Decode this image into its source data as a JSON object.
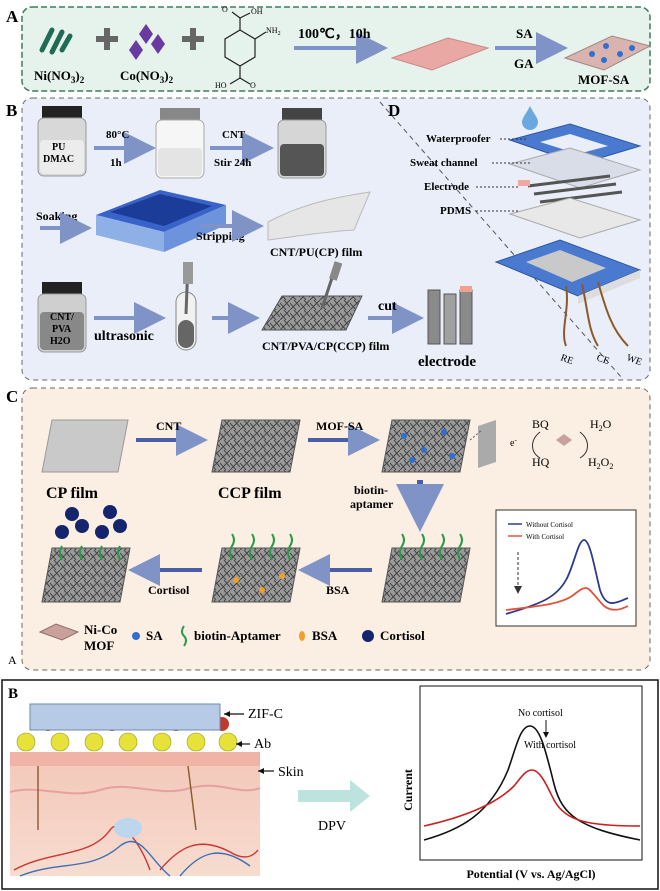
{
  "panelA": {
    "letter": "A",
    "ni_label": "Ni(NO",
    "ni_sub": "3",
    "ni_tail": ")",
    "ni_sub2": "2",
    "co_label": "Co(NO",
    "co_sub": "3",
    "co_tail": ")",
    "co_sub2": "2",
    "cooh": "OH",
    "nh2": "NH",
    "nh2_sub": "2",
    "o": "O",
    "ho": "HO",
    "condition": "100℃，10h",
    "sa": "SA",
    "ga": "GA",
    "product": "MOF-SA"
  },
  "panelB": {
    "letter": "B",
    "vial1_line1": "PU",
    "vial1_line2": "DMAC",
    "temp": "80°C",
    "time": "1h",
    "cnt": "CNT",
    "stir": "Stir 24h",
    "soaking": "Soaking",
    "stripping": "Stripping",
    "film1": "CNT/PU(CP) film",
    "vial2_line1": "CNT/",
    "vial2_line2": "PVA",
    "vial2_line3": "H2O",
    "ultrasonic": "ultrasonic",
    "film2": "CNT/PVA/CP(CCP) film",
    "cut": "cut",
    "electrode": "electrode"
  },
  "panelD": {
    "letter": "D",
    "layer1": "Waterproofer",
    "layer2": "Sweat channel",
    "layer3": "Electrode",
    "layer4": "PDMS",
    "re": "RE",
    "ce": "CE",
    "we": "WE"
  },
  "panelC": {
    "letter": "C",
    "cnt": "CNT",
    "mofsa": "MOF-SA",
    "cp_film": "CP film",
    "ccp_film": "CCP film",
    "biotin_line1": "biotin-",
    "biotin_line2": "aptamer",
    "bsa": "BSA",
    "cortisol": "Cortisol",
    "bq": "BQ",
    "hq": "HQ",
    "h2o": "H",
    "h2o_sub": "2",
    "h2o_tail": "O",
    "h2o2": "H",
    "h2o2_sub": "2",
    "h2o2_mid": "O",
    "h2o2_sub2": "2",
    "electron": "e",
    "legend_without": "Without Cortisol",
    "legend_with": "With Cortisol",
    "key_mof1": "Ni-Co",
    "key_mof2": "MOF",
    "key_sa": "SA",
    "key_aptamer": "biotin-Aptamer",
    "key_bsa": "BSA",
    "key_cortisol": "Cortisol",
    "corner_a": "A"
  },
  "panelB2": {
    "letter": "B",
    "zif": "ZIF-C",
    "ab": "Ab",
    "skin": "Skin",
    "dpv": "DPV",
    "no_cortisol": "No cortisol",
    "with_cortisol": "With cortisol",
    "ylabel": "Current",
    "xlabel": "Potential (V vs. Ag/AgCl)"
  },
  "colors": {
    "panelA_bg": "#e6f2ec",
    "panelA_border": "#3f7a5a",
    "panelBD_bg": "#e9eef9",
    "panelC_bg": "#fbeee2",
    "arrow": "#7f93c7",
    "arrowDark": "#4a5ea8",
    "blue_curve": "#2e3a8a",
    "red_curve": "#e0533a",
    "black_curve": "#111111"
  }
}
